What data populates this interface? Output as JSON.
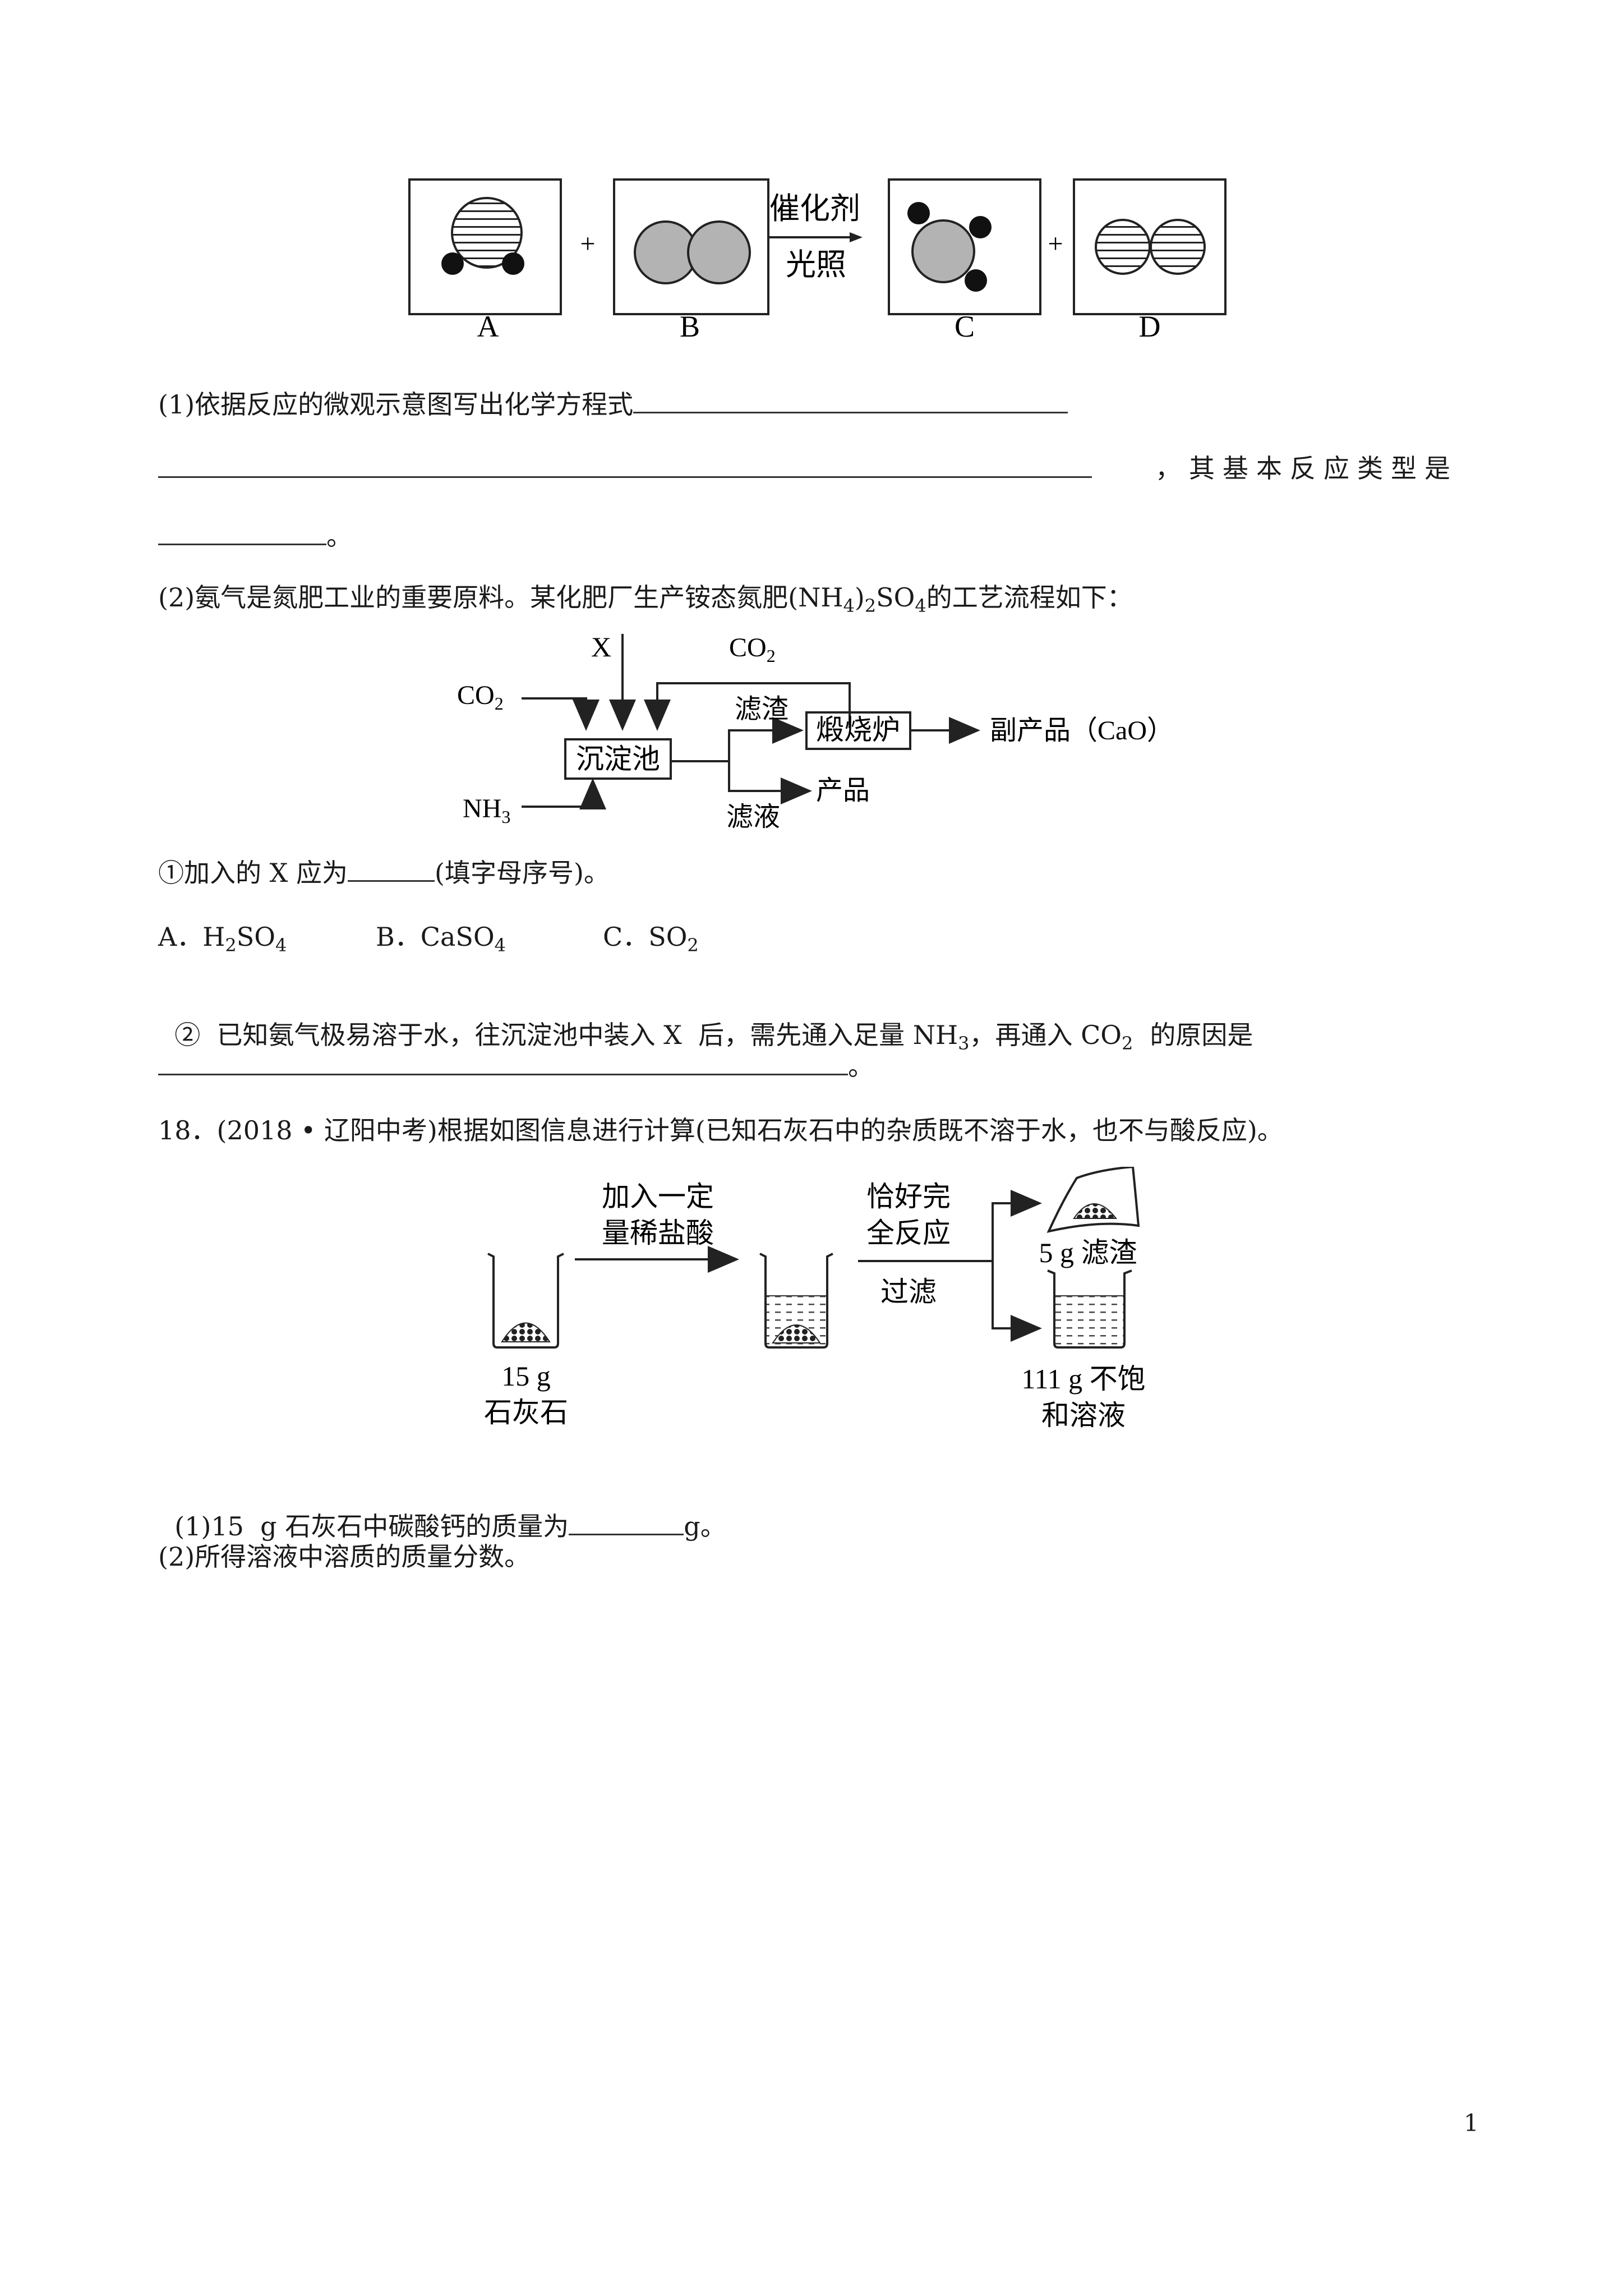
{
  "reaction_diagram": {
    "catalyst_label": "催化剂",
    "light_label": "光照",
    "plus": "+",
    "box_labels": [
      "A",
      "B",
      "C",
      "D"
    ]
  },
  "q1": {
    "line1": "(1)依据反应的微观示意图写出化学方程式",
    "line2_tail": "，其基本反应类型是",
    "line3_end": "。"
  },
  "q2": {
    "intro_a": "(2)氨气是氮肥工业的重要原料。某化肥厂生产铵态氮肥(NH",
    "intro_sub1": "4",
    "intro_b": ")",
    "intro_sub2": "2",
    "intro_c": "SO",
    "intro_sub3": "4",
    "intro_d": "的工艺流程如下："
  },
  "flow": {
    "x_label": "X",
    "co2_top": "CO",
    "co2_top_sub": "2",
    "co2_left": "CO",
    "co2_left_sub": "2",
    "nh3": "NH",
    "nh3_sub": "3",
    "tank": "沉淀池",
    "residue": "滤渣",
    "furnace": "煅烧炉",
    "byproduct": "副产品（CaO）",
    "product": "产品",
    "filtrate": "滤液"
  },
  "q2_1": {
    "text_a": "①加入的 X 应为",
    "text_b": "(填字母序号)。",
    "options": [
      {
        "a": "A．H",
        "s1": "2",
        "b": "SO",
        "s2": "4"
      },
      {
        "a": "B．CaSO",
        "s1": "4",
        "b": "",
        "s2": ""
      },
      {
        "a": "C．SO",
        "s1": "2",
        "b": "",
        "s2": ""
      }
    ]
  },
  "q2_2": {
    "text_a": "②  已知氨气极易溶于水，往沉淀池中装入 X  后，需先通入足量 NH",
    "sub1": "3",
    "text_b": "，再通入 CO",
    "sub2": "2",
    "text_c": "的原因是",
    "end": "。"
  },
  "q18": {
    "header": "18．(2018 • 辽阳中考)根据如图信息进行计算(已知石灰石中的杂质既不溶于水，也不与酸反应)。"
  },
  "beaker_diagram": {
    "step1_line1": "加入一定",
    "step1_line2": "量稀盐酸",
    "step2_line1": "恰好完",
    "step2_line2": "全反应",
    "step2_line3": "过滤",
    "residue": "5 g 滤渣",
    "start_mass": "15 g",
    "start_name": "石灰石",
    "solution_line1": "111 g 不饱",
    "solution_line2": "和溶液"
  },
  "q18_1": {
    "text_a": "(1)15  g 石灰石中碳酸钙的质量为",
    "text_b": "g。"
  },
  "q18_2": {
    "text": "(2)所得溶液中溶质的质量分数。"
  },
  "page_number": "1"
}
